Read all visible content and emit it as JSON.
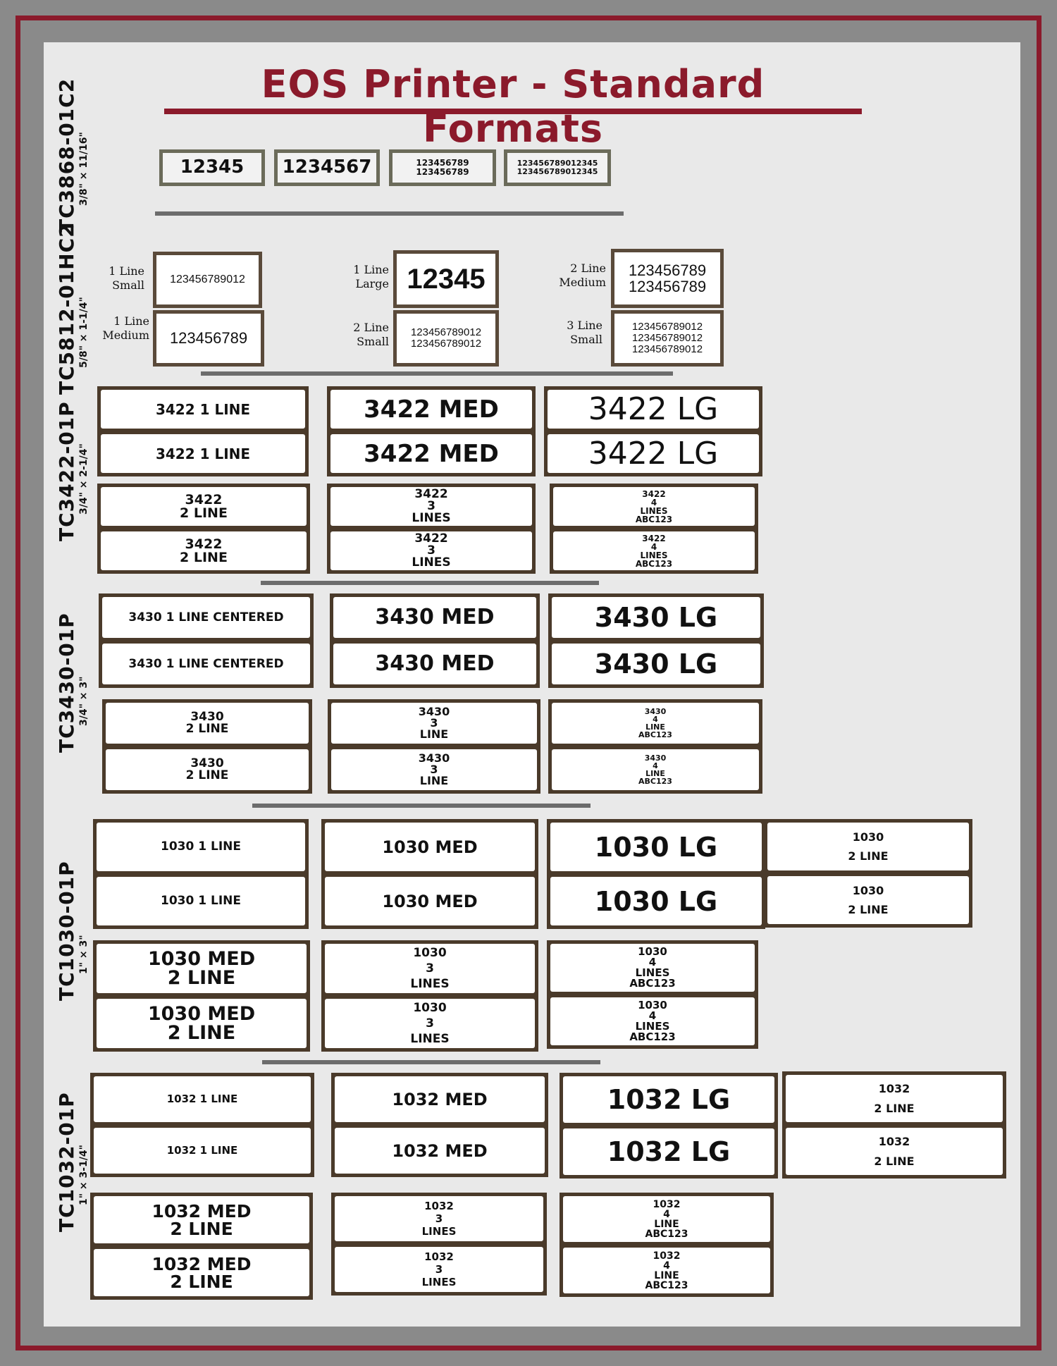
{
  "title": "EOS Printer - Standard Formats",
  "sections": [
    {
      "code": "TC3868-01C2",
      "size": "3/8\" × 11/16\""
    },
    {
      "code": "TC5812-01HC2",
      "size": "5/8\" × 1-1/4\""
    },
    {
      "code": "TC3422-01P",
      "size": "3/4\" × 2-1/4\""
    },
    {
      "code": "TC3430-01P",
      "size": "3/4\" × 3\""
    },
    {
      "code": "TC1030-01P",
      "size": "1\" × 3\""
    },
    {
      "code": "TC1032-01P",
      "size": "1\" × 3-1/4\""
    }
  ],
  "tc3868": [
    "12345",
    "1234567",
    "123456789\n123456789",
    "123456789012345\n123456789012345"
  ],
  "tc5812": {
    "labels": [
      "1 Line\nSmall",
      "1 Line\nMedium",
      "1 Line\nLarge",
      "2 Line\nSmall",
      "2 Line\nMedium",
      "3 Line\nSmall"
    ],
    "tags": [
      "123456789012",
      "123456789",
      "12345",
      "123456789012\n123456789012",
      "123456789\n123456789",
      "123456789012\n123456789012\n123456789012"
    ]
  },
  "tc3422": [
    "3422 1 LINE",
    "3422 MED",
    "3422 LG",
    "3422\n2 LINE",
    "3422\n3\nLINES",
    "3422\n4\nLINES\nABC123"
  ],
  "tc3430": [
    "3430 1 LINE CENTERED",
    "3430 MED",
    "3430 LG",
    "3430\n2 LINE",
    "3430\n3\nLINE",
    "3430\n4\nLINE\nABC123"
  ],
  "tc1030": [
    "1030 1 LINE",
    "1030 MED",
    "1030 LG",
    "1030\n2 LINE",
    "1030 MED\n2 LINE",
    "1030\n3\nLINES",
    "1030\n4\nLINES\nABC123"
  ],
  "tc1032": [
    "1032 1 LINE",
    "1032 MED",
    "1032 LG",
    "1032\n2 LINE",
    "1032 MED\n2 LINE",
    "1032\n3\nLINES",
    "1032\n4\nLINE\nABC123"
  ]
}
